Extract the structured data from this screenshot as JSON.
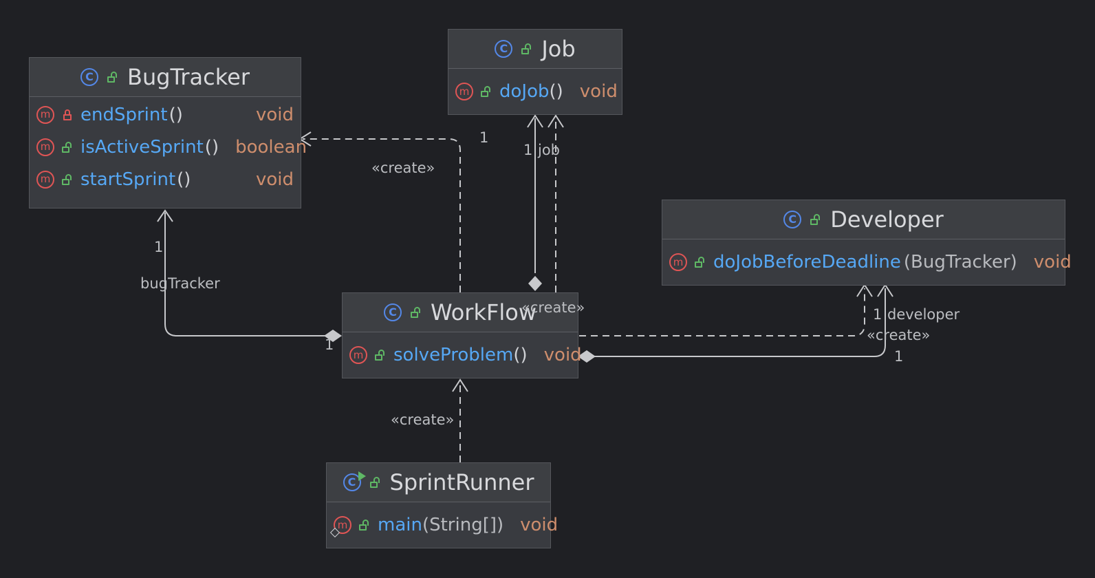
{
  "colors": {
    "background": "#1f2024",
    "class_box": "#393b40",
    "method_name": "#56a8f5",
    "return_type": "#cf8e6d",
    "class_icon": "#5488e8",
    "method_icon": "#e05555",
    "public_lock": "#5fb865",
    "edge": "#c8c9cc"
  },
  "classes": {
    "bugtracker": {
      "name": "BugTracker",
      "icon": "class-icon",
      "methods": [
        {
          "name": "endSprint",
          "parens": "()",
          "params": "",
          "return": "void",
          "visibility": "private"
        },
        {
          "name": "isActiveSprint",
          "parens": "()",
          "params": "",
          "return": "boolean",
          "visibility": "public"
        },
        {
          "name": "startSprint",
          "parens": "()",
          "params": "",
          "return": "void",
          "visibility": "public"
        }
      ]
    },
    "job": {
      "name": "Job",
      "icon": "class-icon",
      "methods": [
        {
          "name": "doJob",
          "parens": "()",
          "params": "",
          "return": "void",
          "visibility": "public"
        }
      ]
    },
    "developer": {
      "name": "Developer",
      "icon": "class-icon",
      "methods": [
        {
          "name": "doJobBeforeDeadline",
          "parens": "",
          "params": "(BugTracker)",
          "return": "void",
          "visibility": "public"
        }
      ]
    },
    "workflow": {
      "name": "WorkFlow",
      "icon": "class-icon",
      "methods": [
        {
          "name": "solveProblem",
          "parens": "()",
          "params": "",
          "return": "void",
          "visibility": "public"
        }
      ]
    },
    "sprintrunner": {
      "name": "SprintRunner",
      "icon": "runnable-class-icon",
      "methods": [
        {
          "name": "main",
          "parens": "",
          "params": "(String[])",
          "return": "void",
          "visibility": "public",
          "static": true
        }
      ]
    }
  },
  "edge_labels": {
    "create_bugtracker": "«create»",
    "mult_bugtracker_create": "1",
    "mult_bugtracker": "1",
    "role_bugtracker": "bugTracker",
    "mult_workflow_left": "1",
    "mult_job": "1",
    "role_job": "job",
    "create_job": "«create»",
    "mult_developer": "1",
    "role_developer": "developer",
    "create_developer": "«create»",
    "mult_developer_right": "1",
    "create_workflow": "«create»"
  }
}
